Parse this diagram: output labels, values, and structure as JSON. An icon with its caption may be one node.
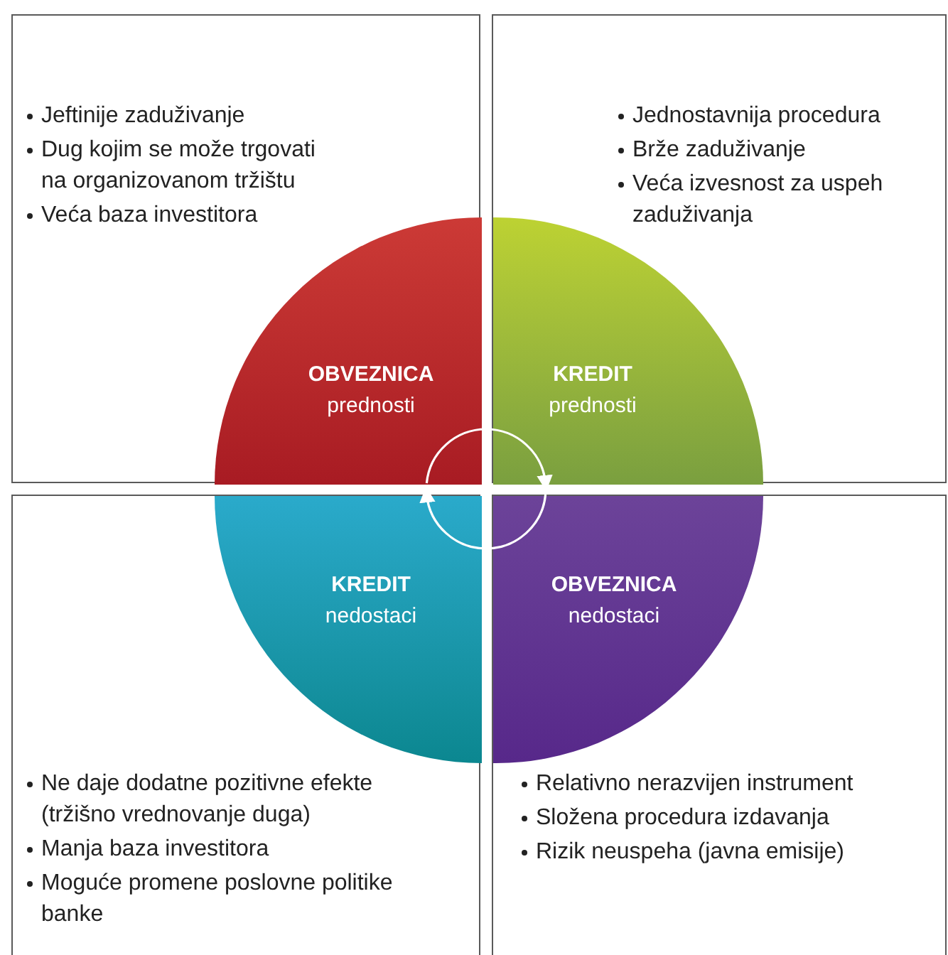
{
  "diagram": {
    "nodes": [
      {
        "text": [
          "Jeftinije zaduživanje",
          "Dug kojim se može trgovati na organizovanom tržištu",
          "Veća baza investitora"
        ]
      },
      {
        "text": [
          "OBVEZNICA",
          "prednosti"
        ],
        "in": 0
      },
      {
        "text": [
          "Jednostavnija procedura",
          "Brže zaduživanje",
          "Veća izvesnost za uspeh zaduživanja"
        ]
      },
      {
        "text": [
          "KREDIT",
          "prednosti"
        ],
        "in": 2
      },
      {
        "text": [
          "Ne daje dodatne pozitivne efekte (tržišno vrednovanje duga)",
          "Manja baza investitora",
          "Moguće promene poslovne politike banke"
        ]
      },
      {
        "text": [
          "KREDIT",
          "nedostaci"
        ],
        "in": 4
      },
      {
        "text": [
          "Relativno nerazvijen instrument",
          "Složena procedura izdavanja",
          "Rizik neuspeha (javna emisije)"
        ]
      },
      {
        "text": [
          "OBVEZNICA",
          "nedostaci"
        ],
        "in": 6
      }
    ],
    "edges": [
      {
        "from": 1,
        "to": 3,
        "arrow": "to"
      },
      {
        "from": 7,
        "to": 5,
        "arrow": "to"
      }
    ]
  }
}
